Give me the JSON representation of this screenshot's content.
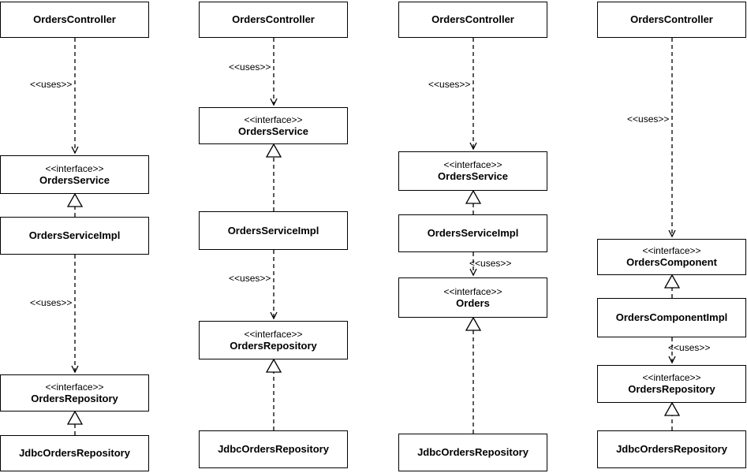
{
  "diagrams": [
    {
      "controller": "OrdersController",
      "uses_1": "<<uses>>",
      "service_stereotype": "<<interface>>",
      "service": "OrdersService",
      "service_impl": "OrdersServiceImpl",
      "uses_2": "<<uses>>",
      "repository_stereotype": "<<interface>>",
      "repository": "OrdersRepository",
      "repository_impl": "JdbcOrdersRepository"
    },
    {
      "controller": "OrdersController",
      "uses_1": "<<uses>>",
      "service_stereotype": "<<interface>>",
      "service": "OrdersService",
      "service_impl": "OrdersServiceImpl",
      "uses_2": "<<uses>>",
      "repository_stereotype": "<<interface>>",
      "repository": "OrdersRepository",
      "repository_impl": "JdbcOrdersRepository"
    },
    {
      "controller": "OrdersController",
      "uses_1": "<<uses>>",
      "service_stereotype": "<<interface>>",
      "service": "OrdersService",
      "service_impl": "OrdersServiceImpl",
      "uses_2": "<<uses>>",
      "orders_stereotype": "<<interface>>",
      "orders": "Orders",
      "repository_impl": "JdbcOrdersRepository"
    },
    {
      "controller": "OrdersController",
      "uses_1": "<<uses>>",
      "component_stereotype": "<<interface>>",
      "component": "OrdersComponent",
      "component_impl": "OrdersComponentImpl",
      "uses_2": "<<uses>>",
      "repository_stereotype": "<<interface>>",
      "repository": "OrdersRepository",
      "repository_impl": "JdbcOrdersRepository"
    }
  ]
}
